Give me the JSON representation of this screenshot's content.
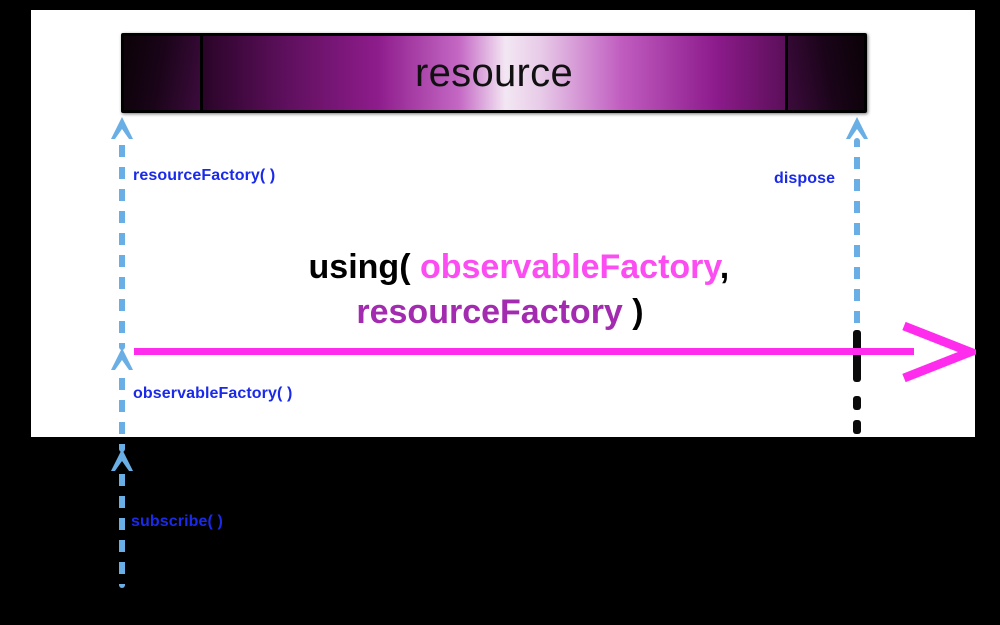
{
  "diagram": {
    "title": "using( observableFactory, resourceFactory )",
    "background_color": "#000000",
    "panel_color": "#ffffff"
  },
  "resource_bar": {
    "label": "resource",
    "cap_color": "#190418",
    "body_gradient_peak": "#f3e7f3",
    "border_color": "#000000"
  },
  "expression": {
    "line1_prefix": "using( ",
    "line1_arg": "observableFactory",
    "line1_comma": ",",
    "line2_arg": "resourceFactory",
    "line2_suffix": " )",
    "color_plain": "#000000",
    "color_observable": "#fb4df2",
    "color_resource": "#a32bb0"
  },
  "labels": {
    "resource_factory": "resourceFactory( )",
    "dispose": "dispose",
    "observable_factory": "observableFactory( )",
    "subscribe": "subscribe( )",
    "color": "#1a2ae8"
  },
  "lifelines": {
    "dash_color": "#69aee4",
    "observable_line_color": "#ff2ced",
    "terminated_color": "#0a0a0a"
  }
}
